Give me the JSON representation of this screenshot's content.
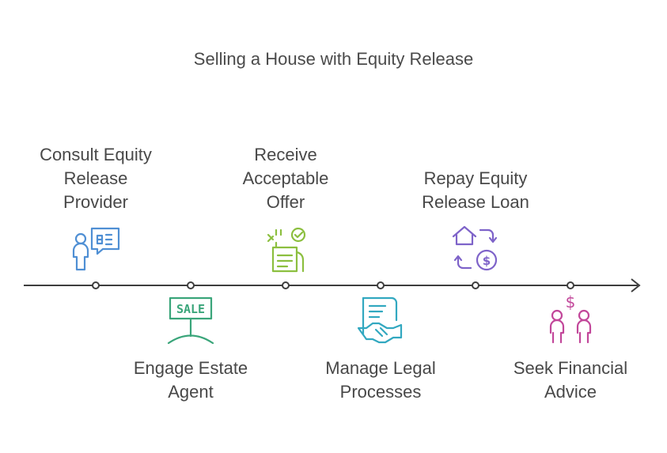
{
  "title": "Selling a House with Equity Release",
  "steps": [
    {
      "label": "Consult Equity\nRelease\nProvider",
      "icon": "consultation-icon",
      "color": "#4f8fd4",
      "position": "above"
    },
    {
      "label": "Engage Estate\nAgent",
      "icon": "sale-sign-icon",
      "color": "#3aa57a",
      "position": "below",
      "sign_text": "SALE"
    },
    {
      "label": "Receive\nAcceptable\nOffer",
      "icon": "offer-document-icon",
      "color": "#8cbf3f",
      "position": "above"
    },
    {
      "label": "Manage Legal\nProcesses",
      "icon": "legal-contract-icon",
      "color": "#32a8c0",
      "position": "below"
    },
    {
      "label": "Repay Equity\nRelease Loan",
      "icon": "house-money-exchange-icon",
      "color": "#7e63c9",
      "position": "above",
      "currency_symbol": "$"
    },
    {
      "label": "Seek Financial\nAdvice",
      "icon": "financial-advisors-icon",
      "color": "#c2479a",
      "position": "below",
      "currency_symbol": "$"
    }
  ],
  "colors": {
    "axis": "#3d3d3d",
    "node_fill": "#ffffff",
    "title": "#4a4a4a",
    "label": "#484848"
  }
}
